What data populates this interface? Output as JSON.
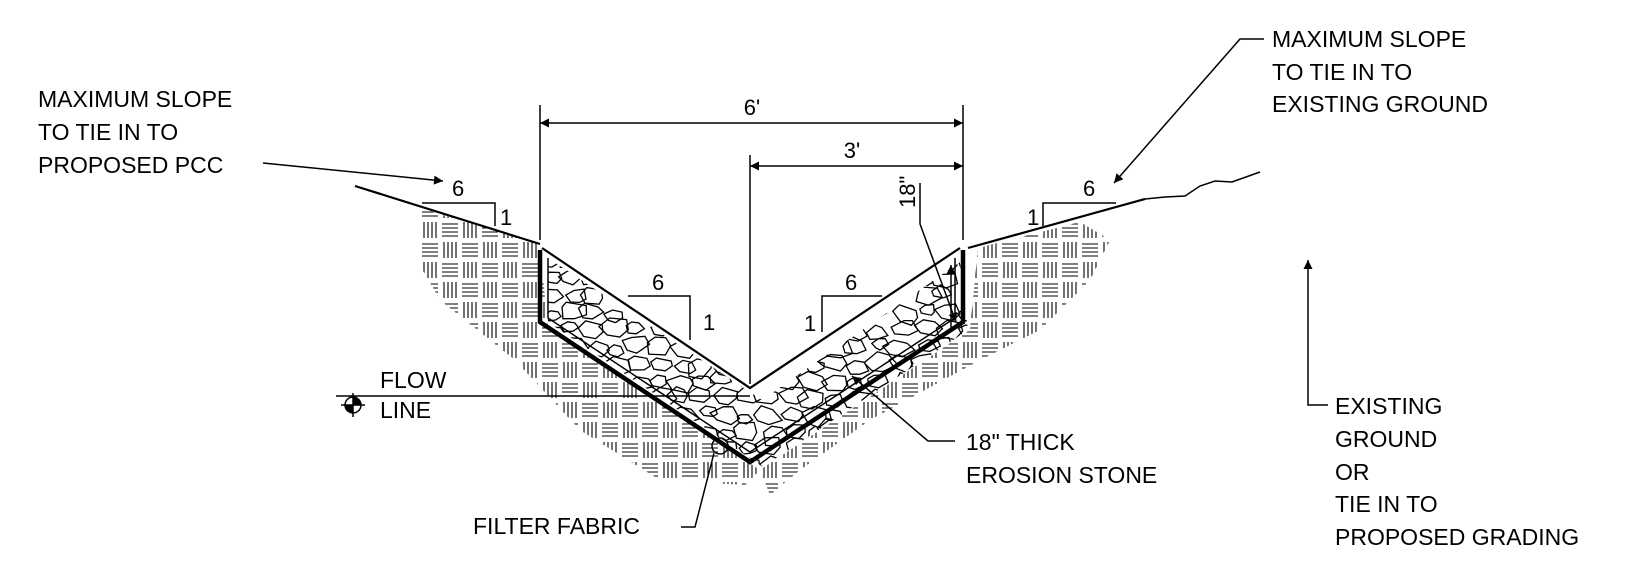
{
  "labels": {
    "left_slope_note": [
      "MAXIMUM SLOPE",
      "TO TIE IN TO",
      "PROPOSED PCC"
    ],
    "right_slope_note": [
      "MAXIMUM SLOPE",
      "TO TIE IN TO",
      "EXISTING GROUND"
    ],
    "flow_line": [
      "FLOW",
      "LINE"
    ],
    "stone_note": [
      "18\" THICK",
      "EROSION STONE"
    ],
    "fabric_note": "FILTER FABRIC",
    "existing_note": [
      "EXISTING",
      "GROUND",
      "OR",
      "TIE IN TO",
      "PROPOSED GRADING"
    ]
  },
  "dimensions": {
    "top_width": "6'",
    "half_width": "3'",
    "stone_depth": "18\""
  },
  "slope_ratios": {
    "left_ground_run": "6",
    "left_ground_rise": "1",
    "left_channel_run": "6",
    "left_channel_rise": "1",
    "right_channel_run": "6",
    "right_channel_rise": "1",
    "right_ground_run": "6",
    "right_ground_rise": "1"
  },
  "colors": {
    "line": "#000000",
    "background": "#ffffff"
  }
}
